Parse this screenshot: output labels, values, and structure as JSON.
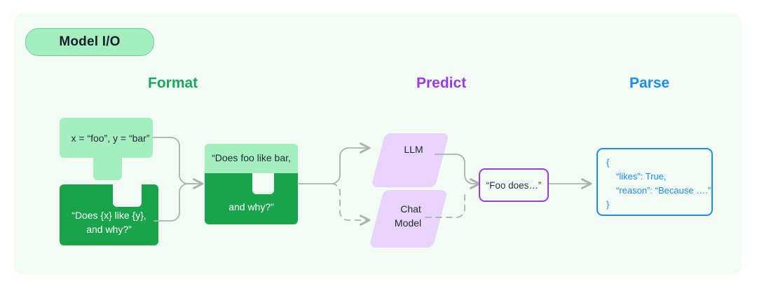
{
  "panel": {
    "badge_label": "Model I/O",
    "bg_color": "#f2fbf4"
  },
  "headers": [
    {
      "key": "format",
      "label": "Format",
      "color": "#17a85c"
    },
    {
      "key": "predict",
      "label": "Predict",
      "color": "#9a3aee"
    },
    {
      "key": "parse",
      "label": "Parse",
      "color": "#1a8cf5"
    }
  ],
  "format": {
    "values_piece": {
      "text": "x = “foo”, y = “bar”",
      "fill": "#a4eec0"
    },
    "template_piece": {
      "line1": "“Does {x} like {y},",
      "line2": "and why?”",
      "fill": "#19a34b"
    },
    "merged_piece": {
      "top_text": "“Does foo like bar,",
      "bottom_text": "and why?”",
      "top_fill": "#a4eec0",
      "bottom_fill": "#19a34b"
    }
  },
  "predict": {
    "nodes": [
      {
        "key": "llm",
        "label": "LLM",
        "fill": "#e8d4fb",
        "path": "solid"
      },
      {
        "key": "chat",
        "label_line1": "Chat",
        "label_line2": "Model",
        "fill": "#e8d4fb",
        "path": "dashed"
      }
    ],
    "output_box": {
      "text": "“Foo does…”",
      "border": "#9a3aee"
    }
  },
  "parse": {
    "json_box": {
      "border": "#1a8cf5",
      "lines": [
        {
          "text": "{",
          "indent": false
        },
        {
          "text": "“likes”: True,",
          "indent": true
        },
        {
          "text": "“reason”: “Because ….”",
          "indent": true
        },
        {
          "text": "}",
          "indent": false
        }
      ]
    }
  },
  "connectors": {
    "color": "#a9b3ae"
  }
}
